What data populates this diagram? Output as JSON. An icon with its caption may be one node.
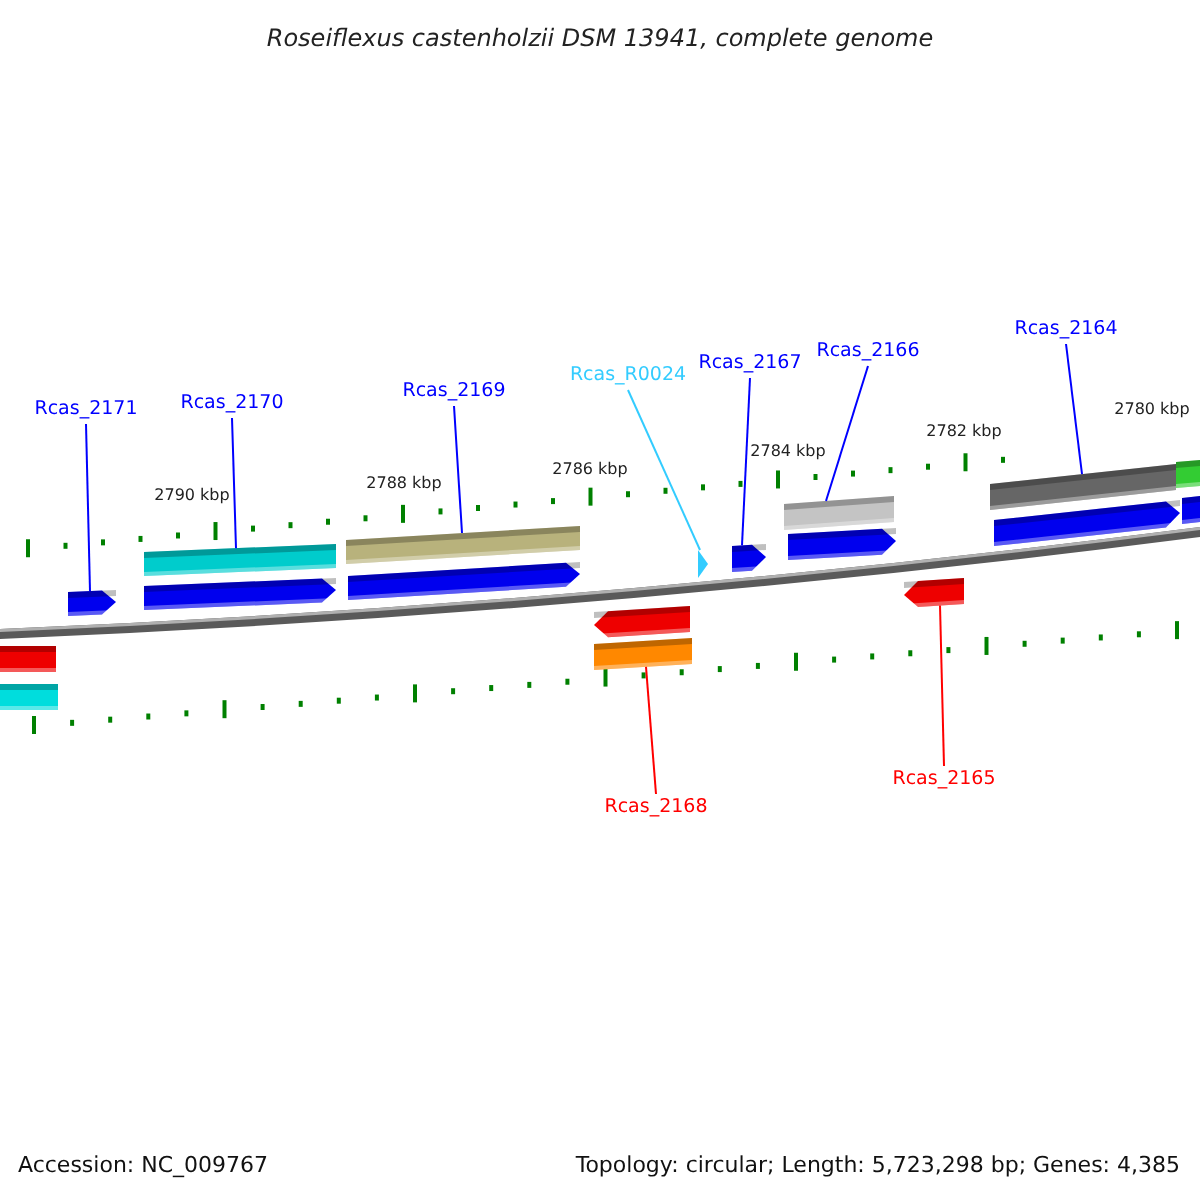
{
  "diagram": {
    "title": "Roseiflexus castenholzii DSM 13941, complete genome",
    "nodes": [
      {
        "text": [
          "Rcas_2171"
        ]
      },
      {
        "text": [
          "Rcas_2170"
        ]
      },
      {
        "text": [
          "Rcas_2169"
        ]
      },
      {
        "text": [
          "Rcas_R0024"
        ]
      },
      {
        "text": [
          "Rcas_2167"
        ]
      },
      {
        "text": [
          "Rcas_2166"
        ]
      },
      {
        "text": [
          "Rcas_2164"
        ]
      },
      {
        "text": [
          "Rcas_2168"
        ]
      },
      {
        "text": [
          "Rcas_2165"
        ]
      },
      {
        "text": [],
        "shape": "arrow"
      },
      {
        "text": [],
        "shape": "bar"
      },
      {
        "text": [],
        "shape": "bar"
      },
      {
        "text": [],
        "shape": "arrow"
      },
      {
        "text": [],
        "shape": "arrow"
      },
      {
        "text": [],
        "shape": "bar"
      },
      {
        "text": [],
        "shape": "bar"
      },
      {
        "text": [],
        "shape": "bar"
      },
      {
        "text": [],
        "shape": "arrow"
      }
    ],
    "edges": [
      {
        "from": 0,
        "to": 9,
        "arrow": "none"
      },
      {
        "from": 1,
        "to": 10,
        "arrow": "none"
      },
      {
        "from": 2,
        "to": 11,
        "arrow": "none"
      },
      {
        "from": 3,
        "to": 12,
        "arrow": "none",
        "color": "#33ccff"
      },
      {
        "from": 4,
        "to": 13,
        "arrow": "none"
      },
      {
        "from": 5,
        "to": 14,
        "arrow": "none"
      },
      {
        "from": 6,
        "to": 15,
        "arrow": "none"
      },
      {
        "from": 7,
        "to": 16,
        "arrow": "none",
        "color": "#ff0000"
      },
      {
        "from": 8,
        "to": 17,
        "arrow": "none",
        "color": "#ff0000"
      }
    ],
    "labels": [
      "2790 kbp",
      "2788 kbp",
      "2786 kbp",
      "2784 kbp",
      "2782 kbp",
      "2780 kbp",
      "Accession: NC_009767",
      "Topology: circular; Length: 5,723,298 bp; Genes: 4,385"
    ]
  }
}
